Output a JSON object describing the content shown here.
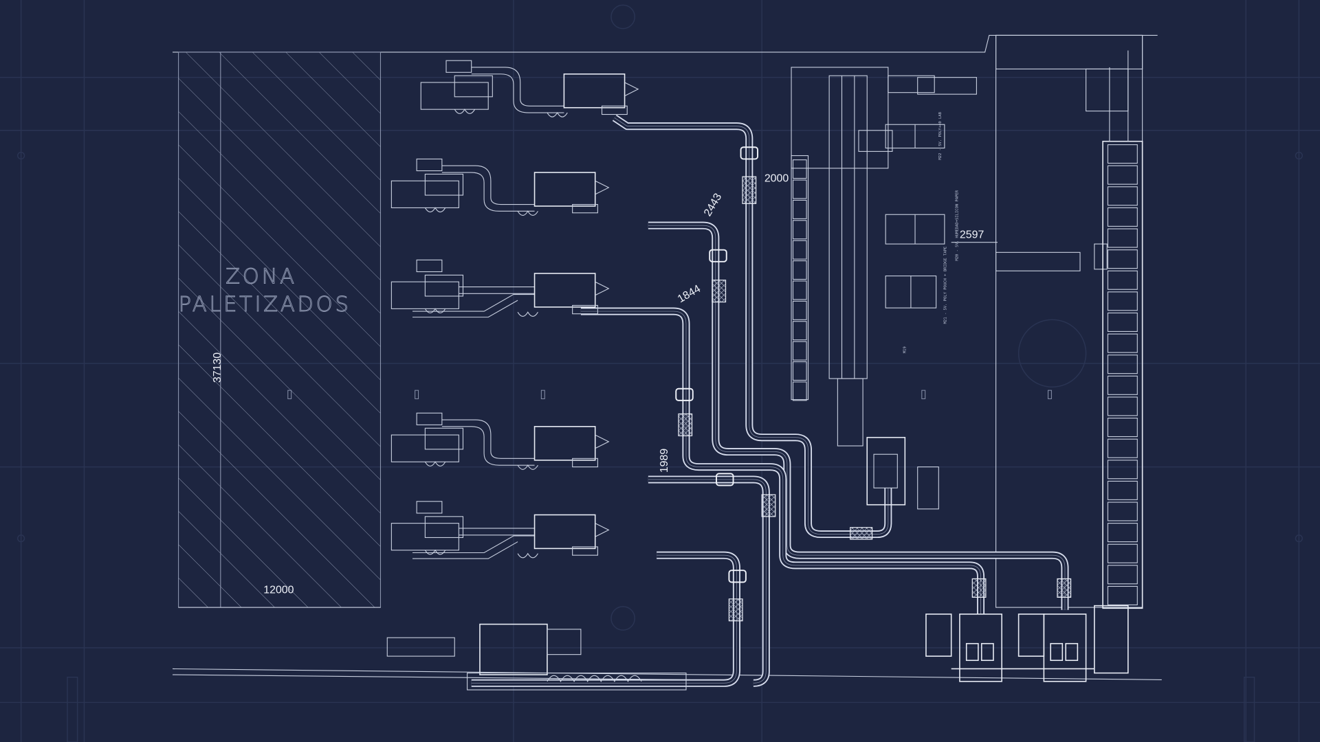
{
  "zone": {
    "line1": "ZONA",
    "line2": "PALETIZADOS"
  },
  "dimensions": {
    "zone_height": "37130",
    "zone_width": "12000",
    "d2000": "2000",
    "d2443": "2443",
    "d1844": "1844",
    "d1989": "1989",
    "d2597": "2597"
  },
  "machine_labels": {
    "m22": "M22 - 5V. POLY+40 LAB",
    "m20": "M20 - 5V. HUMEDAD+SILICON PAPER",
    "m21": "M21 - 5V. POLY POUCH + BRIDGE TAPE",
    "m19": "M19"
  },
  "colors": {
    "background": "#1d2540",
    "lines": "#d7dded",
    "grid": "#2a3453"
  }
}
